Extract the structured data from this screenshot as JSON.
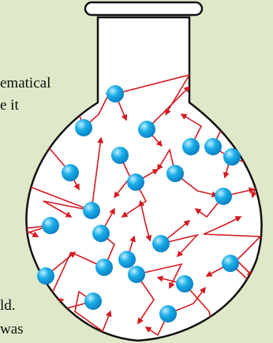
{
  "background_color": "#dfe8c9",
  "flask_fill": "#ffffff",
  "flask_stroke": "#111111",
  "arrow_color": "#d41920",
  "molecule_color": "#1aaee8",
  "text_fragments": {
    "line1": "ematical",
    "line2": "e it",
    "line3": "ld.",
    "line4": "was"
  }
}
